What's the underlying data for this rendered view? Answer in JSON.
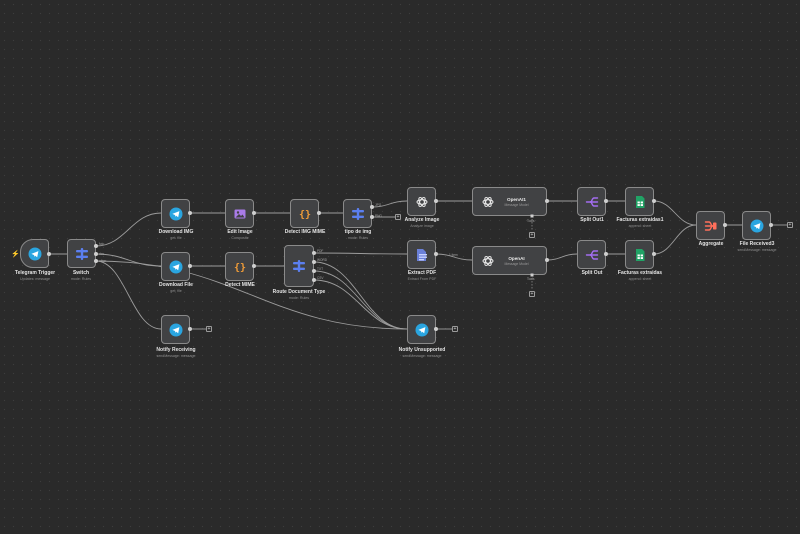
{
  "workflow": {
    "colors": {
      "telegram": "#2aa5e0",
      "switch_icon": "#5b7ff0",
      "code_icon": "#f29d38",
      "image_icon": "#a97be8",
      "split_icon": "#a36df0",
      "sheets": "#21a366",
      "aggregate_icon": "#ff6f5b",
      "trigger_bolt": "#ff7a3d"
    },
    "nodes": {
      "telegram_trigger": {
        "title": "Telegram Trigger",
        "subtitle": "Updates: message",
        "icon": "telegram-icon"
      },
      "switch": {
        "title": "Switch",
        "subtitle": "mode: Rules",
        "icon": "switch-icon",
        "outputs": [
          "foto",
          "doc",
          "other"
        ]
      },
      "download_img": {
        "title": "Download IMG",
        "subtitle": "get: file",
        "icon": "telegram-icon"
      },
      "download_file": {
        "title": "Download File",
        "subtitle": "get: file",
        "icon": "telegram-icon"
      },
      "notify_receiving": {
        "title": "Notify Receiving",
        "subtitle": "sendMessage: message",
        "icon": "telegram-icon"
      },
      "edit_image": {
        "title": "Edit Image",
        "subtitle": "Composite",
        "icon": "image-icon"
      },
      "detect_img_mime": {
        "title": "Detect IMG MIME",
        "subtitle": "",
        "icon": "code-icon"
      },
      "detect_mime": {
        "title": "Detect MIME",
        "subtitle": "",
        "icon": "code-icon"
      },
      "tipo_de_img": {
        "title": "tipo de img",
        "subtitle": "mode: Rules",
        "icon": "switch-icon",
        "outputs": [
          "JPG",
          "PNG"
        ]
      },
      "route_document_type": {
        "title": "Route Document Type",
        "subtitle": "mode: Rules",
        "icon": "switch-icon",
        "outputs": [
          "PDF",
          "WORD",
          "TXT",
          "CSV"
        ]
      },
      "analyze_image": {
        "title": "Analyze Image",
        "subtitle": "Analyze image",
        "icon": "openai-icon"
      },
      "extract_pdf": {
        "title": "Extract PDF",
        "subtitle": "Extract From PDF",
        "icon": "pdf-extract-icon"
      },
      "notify_unsupported": {
        "title": "Notify Unsupported",
        "subtitle": "sendMessage: message",
        "icon": "telegram-icon"
      },
      "openai1": {
        "title": "OpenAI1",
        "subtitle": "Message Model",
        "icon": "openai-icon",
        "sub_port_label": "Tools"
      },
      "openai": {
        "title": "OpenAI",
        "subtitle": "Message Model",
        "icon": "openai-icon",
        "sub_port_label": "Tools"
      },
      "split_out1": {
        "title": "Split Out1",
        "subtitle": "",
        "icon": "split-icon"
      },
      "split_out": {
        "title": "Split Out",
        "subtitle": "",
        "icon": "split-icon"
      },
      "facturas_extraidas1": {
        "title": "Facturas extraidas1",
        "subtitle": "append: sheet",
        "icon": "sheets-icon"
      },
      "facturas_extraidas": {
        "title": "Facturas extraidas",
        "subtitle": "append: sheet",
        "icon": "sheets-icon"
      },
      "aggregate": {
        "title": "Aggregate",
        "subtitle": "",
        "icon": "aggregate-icon"
      },
      "file_received3": {
        "title": "File Received3",
        "subtitle": "sendMessage: message",
        "icon": "telegram-icon"
      }
    },
    "edge_labels": {
      "extract_to_openai": "1 item"
    }
  }
}
